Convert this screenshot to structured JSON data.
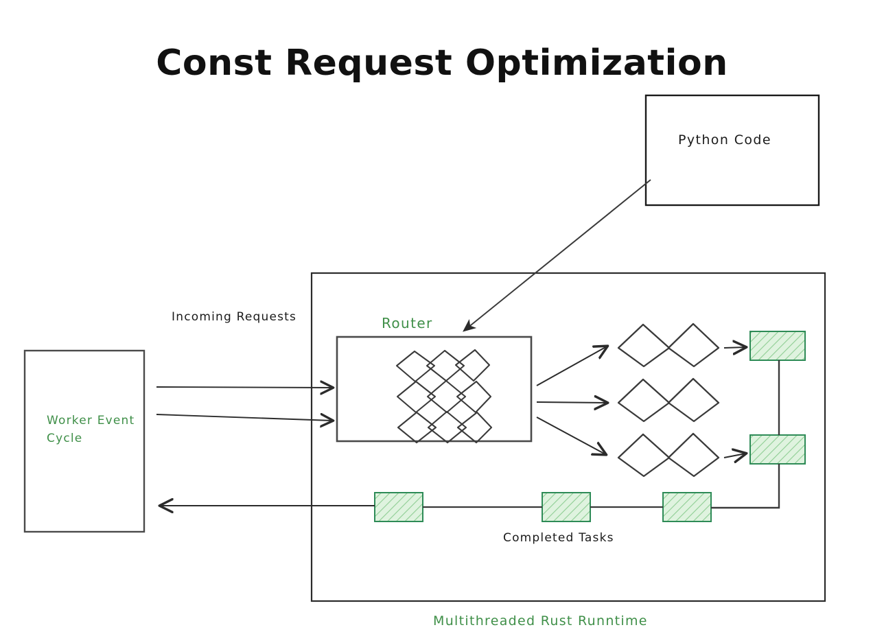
{
  "page": {
    "title": "Const Request Optimization",
    "background": "#ffffff"
  },
  "colors": {
    "ink": "#1a1a1a",
    "green_text": "#3f8f48",
    "green_fill": "#dff3df",
    "green_stroke": "#2e8b57",
    "stroke": "#2b2b2b"
  },
  "nodes": {
    "python_code": {
      "label": "Python Code",
      "color": "#1a1a1a"
    },
    "worker_event_cycle": {
      "label": "Worker Event\nCycle",
      "color": "#3f8f48"
    },
    "router": {
      "label": "Router",
      "color": "#3f8f48"
    },
    "runtime_container": {
      "label": "Multithreaded Rust Runntime",
      "color": "#3f8f48"
    }
  },
  "edges": {
    "incoming_requests": {
      "label": "Incoming Requests",
      "color": "#1a1a1a"
    },
    "completed_tasks": {
      "label": "Completed Tasks",
      "color": "#1a1a1a"
    }
  },
  "artifacts": {
    "erased_top_label": "",
    "cut_off_bottom_left": ""
  },
  "diagram": {
    "router_queue_grid": {
      "rows": 3,
      "cols": 3,
      "shape": "diamond"
    },
    "worker_lanes": [
      {
        "diamonds": 2,
        "output_box": true
      },
      {
        "diamonds": 2,
        "output_box": false
      },
      {
        "diamonds": 2,
        "output_box": true
      }
    ],
    "completed_boxes": 3
  }
}
